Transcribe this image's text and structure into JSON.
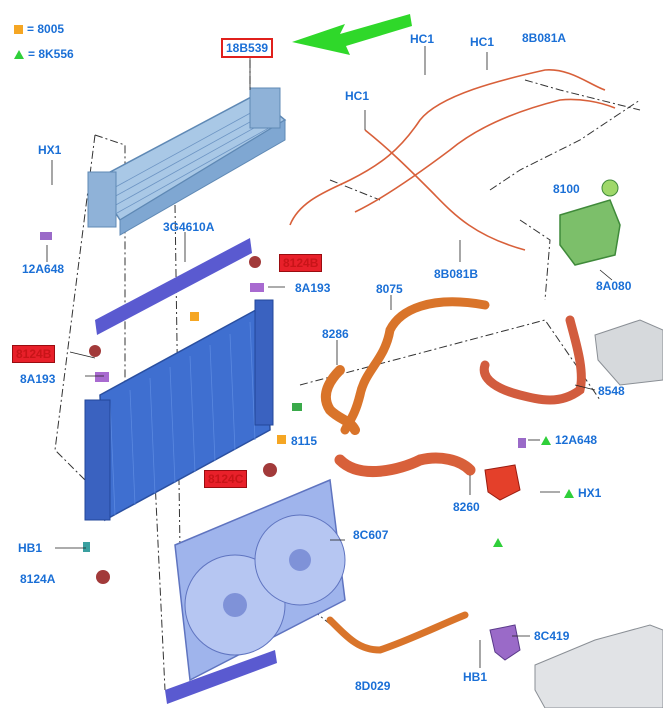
{
  "legend": [
    {
      "marker": "square",
      "color": "#f5a623",
      "text": "= 8005"
    },
    {
      "marker": "triangle",
      "color": "#2fcf3a",
      "text": "= 8K556"
    }
  ],
  "labels": {
    "l18B539": "18B539",
    "HX1_a": "HX1",
    "l12A648_a": "12A648",
    "l3G4610A": "3G4610A",
    "l8124B_a": "8124B",
    "l8A193_a": "8A193",
    "l8124B_b": "8124B",
    "l8A193_b": "8A193",
    "l8075": "8075",
    "l8286": "8286",
    "l8115": "8115",
    "l8124C": "8124C",
    "l8C607": "8C607",
    "HB1_a": "HB1",
    "l8124A": "8124A",
    "l8D029": "8D029",
    "HB1_b": "HB1",
    "l8C419": "8C419",
    "HC1_a": "HC1",
    "HC1_b": "HC1",
    "HC1_c": "HC1",
    "l8B081A": "8B081A",
    "l8B081B": "8B081B",
    "l8100": "8100",
    "l8A080": "8A080",
    "l8548": "8548",
    "l12A648_b": "12A648",
    "HX1_b": "HX1",
    "l8260": "8260"
  },
  "colors": {
    "label": "#1a6fd6",
    "callout_box": "#e0201c",
    "highlight": "#e8202a",
    "arrow": "#2fd82a",
    "hose": "#d9742a",
    "pipe": "#d8603a",
    "radiator": "#3f6fd0",
    "fan": "#8fa6e6",
    "strip": "#5a5ad0"
  }
}
